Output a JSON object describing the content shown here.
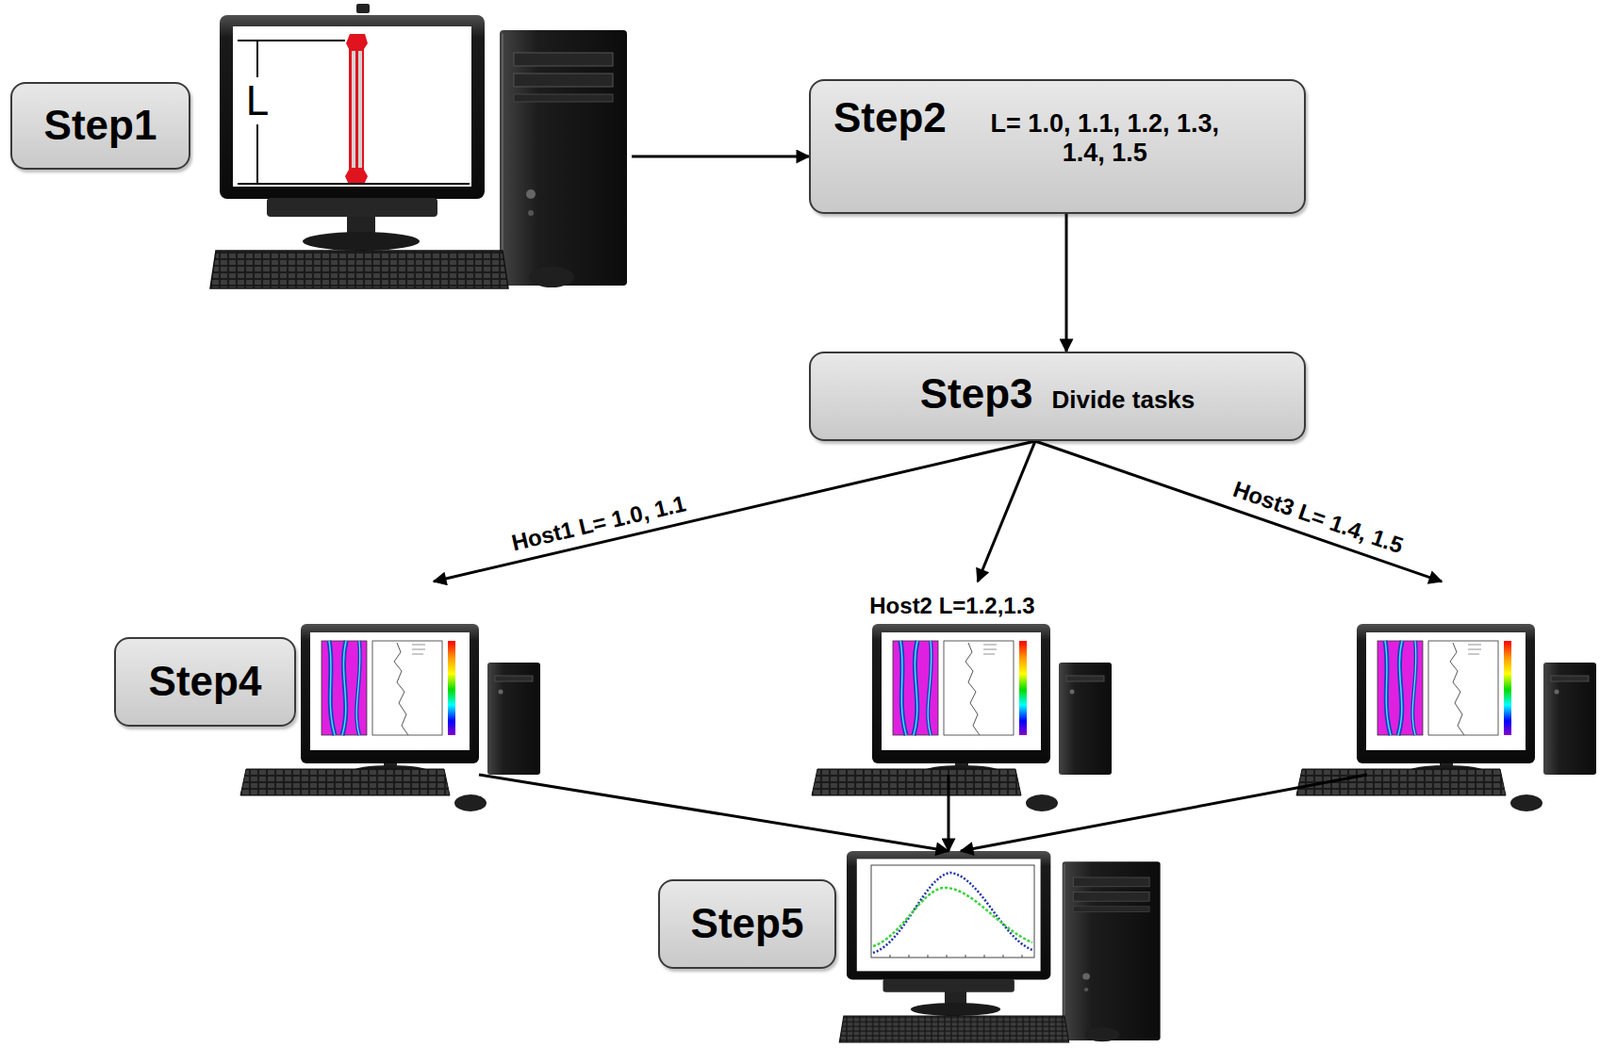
{
  "diagram": {
    "nodes": [
      {
        "text": [
          "Step1"
        ]
      },
      {
        "text": [
          "Step2",
          "L= 1.0, 1.1, 1.2, 1.3, 1.4, 1.5"
        ]
      },
      {
        "text": [
          "Step3",
          "Divide tasks"
        ]
      },
      {
        "text": [
          "Step4"
        ]
      },
      {
        "text": [
          "Step5"
        ]
      }
    ],
    "edges": [
      {
        "from": 0,
        "to": 1,
        "arrow": "to"
      },
      {
        "from": 1,
        "to": 2,
        "arrow": "to"
      },
      {
        "from": 2,
        "to": 3,
        "label": "Host1 L= 1.0, 1.1",
        "arrow": "to"
      },
      {
        "from": 2,
        "to": 3,
        "label": "Host2 L=1.2,1.3",
        "arrow": "to"
      },
      {
        "from": 2,
        "to": 3,
        "label": "Host3 L= 1.4, 1.5",
        "arrow": "to"
      },
      {
        "from": 3,
        "to": 4,
        "arrow": "to"
      },
      {
        "from": 3,
        "to": 4,
        "arrow": "to"
      },
      {
        "from": 3,
        "to": 4,
        "arrow": "to"
      }
    ],
    "labels": [
      "L"
    ]
  }
}
